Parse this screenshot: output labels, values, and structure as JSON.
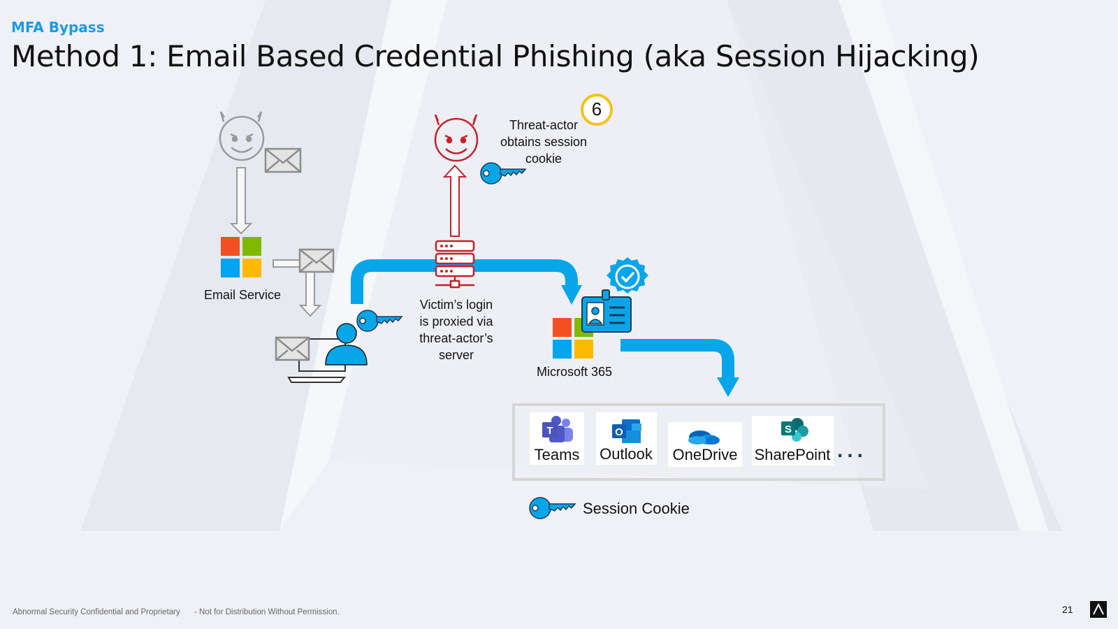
{
  "slide": {
    "section": "MFA Bypass",
    "title": "Method 1: Email Based Credential Phishing (aka Session Hijacking)"
  },
  "diagram": {
    "email_service_label": "Email Service",
    "step_number": "6",
    "threat_actor_label": [
      "Threat-actor",
      "obtains session",
      "cookie"
    ],
    "proxy_label": [
      "Victim’s login",
      "is proxied via",
      "threat-actor’s",
      "server"
    ],
    "m365_label": "Microsoft 365",
    "apps": [
      "Teams",
      "Outlook",
      "OneDrive",
      "SharePoint"
    ],
    "more": "...",
    "legend_label": "Session Cookie"
  },
  "footer": {
    "confidential": "Abnormal Security Confidential and Proprietary",
    "distribution": "- Not for Distribution Without Permission.",
    "page_number": "21"
  },
  "colors": {
    "accent_blue": "#08a6e9",
    "threat_red": "#c8202b",
    "gray": "#999999",
    "ms_red": "#f25022",
    "ms_green": "#7fba00",
    "ms_blue": "#00a4ef",
    "ms_yellow": "#ffb900",
    "badge_yellow": "#f6c31a"
  }
}
